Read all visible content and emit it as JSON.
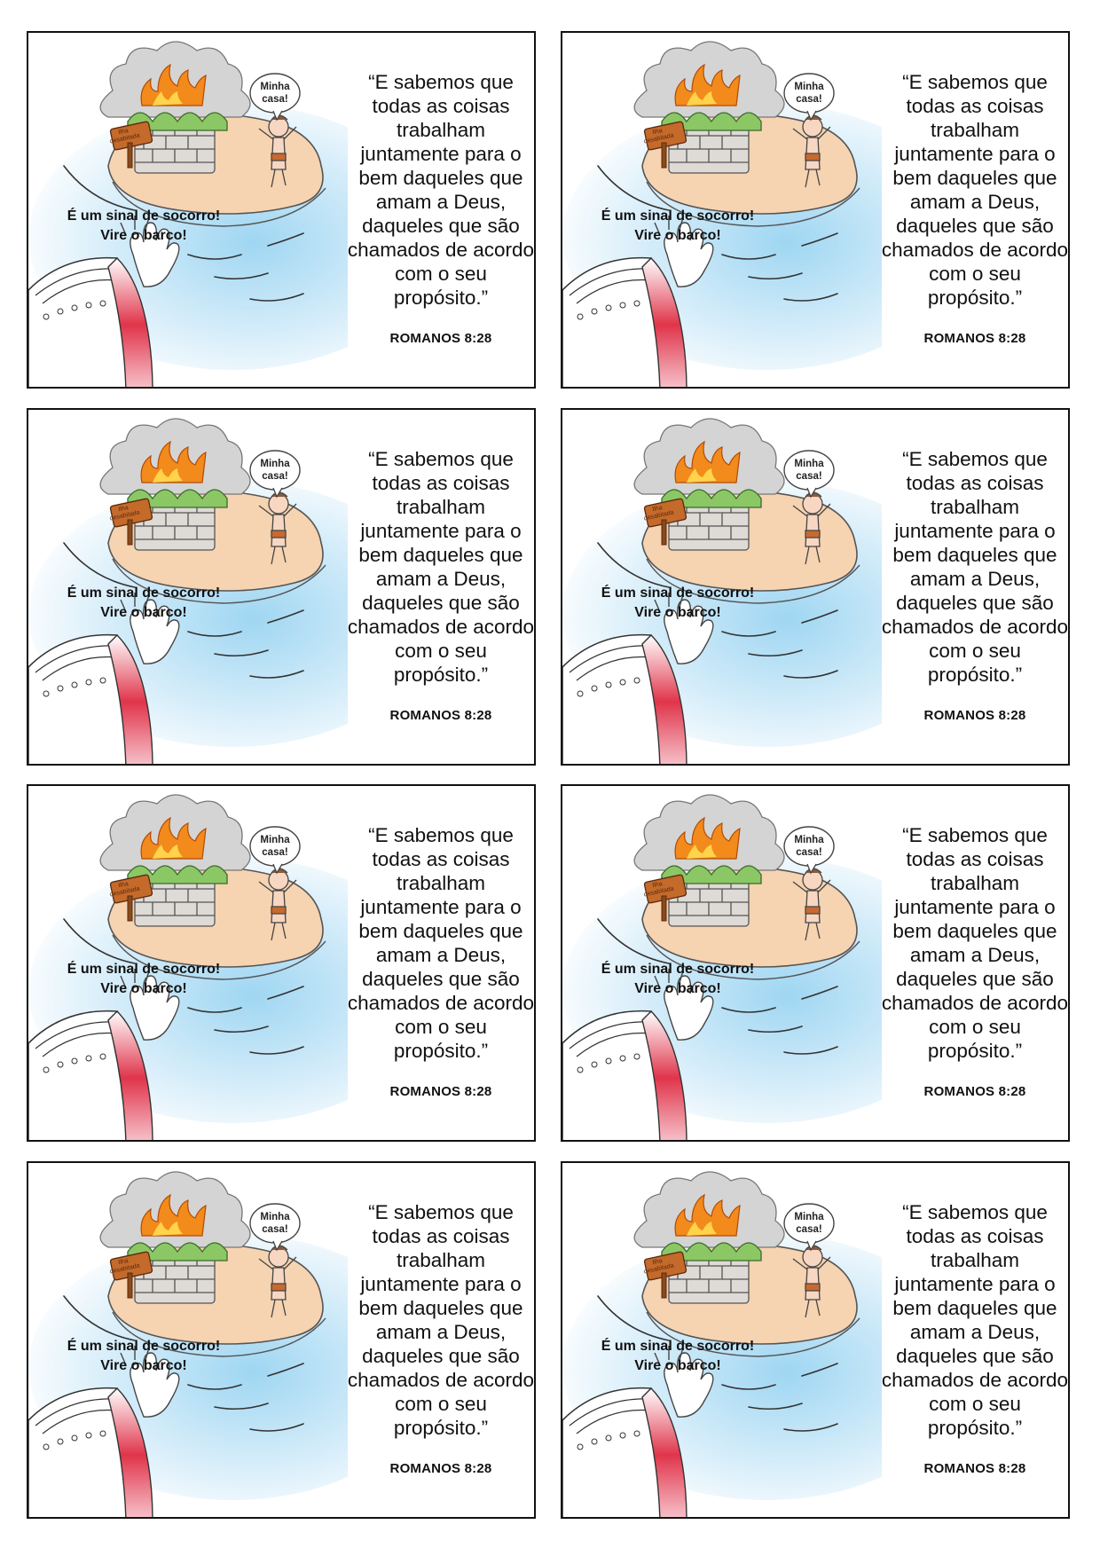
{
  "cards": [
    {
      "bubble": "Minha casa!",
      "sign": "Ilha desabitada",
      "shout_line1": "É um sinal de socorro!",
      "shout_line2": "Vire o barco!",
      "verse": "“E sabemos que\ntodas as coisas\ntrabalham\njuntamente para o\nbem daqueles que\namam a Deus,\ndaqueles que são\nchamados de acordo\ncom o seu\npropósito.”",
      "reference": "ROMANOS 8:28"
    },
    {
      "bubble": "Minha casa!",
      "sign": "Ilha desabitada",
      "shout_line1": "É um sinal de socorro!",
      "shout_line2": "Vire o barco!",
      "verse": "“E sabemos que\ntodas as coisas\ntrabalham\njuntamente para o\nbem daqueles que\namam a Deus,\ndaqueles que são\nchamados de acordo\ncom o seu\npropósito.”",
      "reference": "ROMANOS 8:28"
    },
    {
      "bubble": "Minha casa!",
      "sign": "Ilha desabitada",
      "shout_line1": "É um sinal de socorro!",
      "shout_line2": "Vire o barco!",
      "verse": "“E sabemos que\ntodas as coisas\ntrabalham\njuntamente para o\nbem daqueles que\namam a Deus,\ndaqueles que são\nchamados de acordo\ncom o seu\npropósito.”",
      "reference": "ROMANOS 8:28"
    },
    {
      "bubble": "Minha casa!",
      "sign": "Ilha desabitada",
      "shout_line1": "É um sinal de socorro!",
      "shout_line2": "Vire o barco!",
      "verse": "“E sabemos que\ntodas as coisas\ntrabalham\njuntamente para o\nbem daqueles que\namam a Deus,\ndaqueles que são\nchamados de acordo\ncom o seu\npropósito.”",
      "reference": "ROMANOS 8:28"
    },
    {
      "bubble": "Minha casa!",
      "sign": "Ilha desabitada",
      "shout_line1": "É um sinal de socorro!",
      "shout_line2": "Vire o barco!",
      "verse": "“E sabemos que\ntodas as coisas\ntrabalham\njuntamente para o\nbem daqueles que\namam a Deus,\ndaqueles que são\nchamados de acordo\ncom o seu\npropósito.”",
      "reference": "ROMANOS 8:28"
    },
    {
      "bubble": "Minha casa!",
      "sign": "Ilha desabitada",
      "shout_line1": "É um sinal de socorro!",
      "shout_line2": "Vire o barco!",
      "verse": "“E sabemos que\ntodas as coisas\ntrabalham\njuntamente para o\nbem daqueles que\namam a Deus,\ndaqueles que são\nchamados de acordo\ncom o seu\npropósito.”",
      "reference": "ROMANOS 8:28"
    },
    {
      "bubble": "Minha casa!",
      "sign": "Ilha desabitada",
      "shout_line1": "É um sinal de socorro!",
      "shout_line2": "Vire o barco!",
      "verse": "“E sabemos que\ntodas as coisas\ntrabalham\njuntamente para o\nbem daqueles que\namam a Deus,\ndaqueles que são\nchamados de acordo\ncom o seu\npropósito.”",
      "reference": "ROMANOS 8:28"
    },
    {
      "bubble": "Minha casa!",
      "sign": "Ilha desabitada",
      "shout_line1": "É um sinal de socorro!",
      "shout_line2": "Vire o barco!",
      "verse": "“E sabemos que\ntodas as coisas\ntrabalham\njuntamente para o\nbem daqueles que\namam a Deus,\ndaqueles que são\nchamados de acordo\ncom o seu\npropósito.”",
      "reference": "ROMANOS 8:28"
    }
  ],
  "colors": {
    "sand": "#f6d3b1",
    "water": "#bfe3f6",
    "fire": "#f28a1c",
    "leaf": "#8cc766",
    "stone": "#d9d6d2",
    "smoke": "#c9c9c9",
    "signpost": "#c46a2b",
    "boat_stripe": "#e0344a"
  },
  "icons": [
    "island-illustration",
    "fire-icon",
    "smoke-icon",
    "signpost-icon",
    "castaway-figure",
    "speech-bubble",
    "ship-hull-icon",
    "waving-hand-icon"
  ]
}
